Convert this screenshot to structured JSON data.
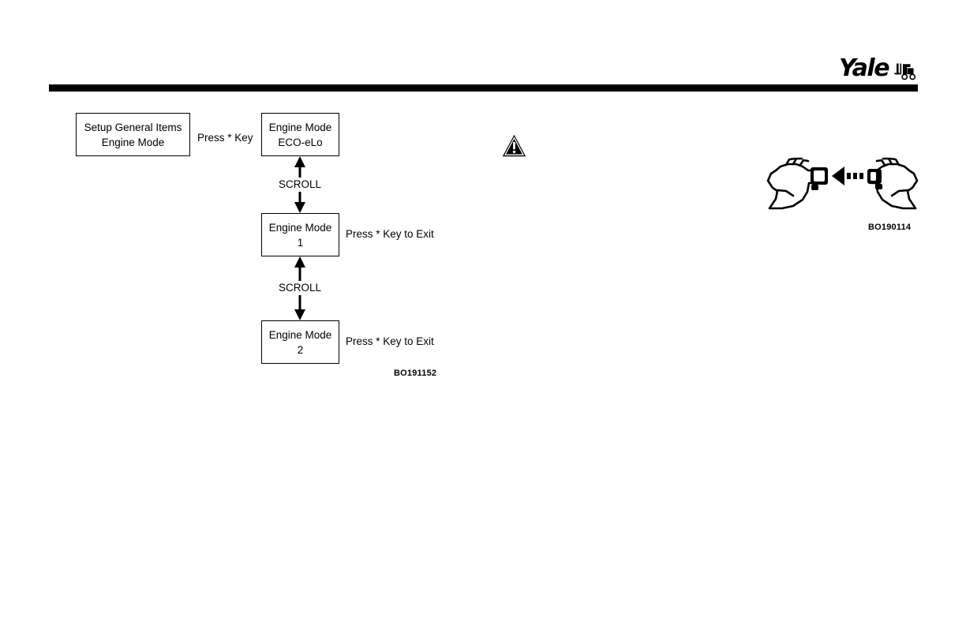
{
  "page": {
    "background_color": "#ffffff",
    "ink_color": "#000000"
  },
  "header": {
    "brand_name": "Yale",
    "brand_icon": "forklift-icon",
    "rule": "black-horizontal-rule"
  },
  "diagram": {
    "caption": "BO191152",
    "boxes": [
      {
        "name": "setup-general-items",
        "line1": "Setup General Items",
        "line2": "Engine Mode"
      },
      {
        "name": "engine-mode-eco",
        "line1": "Engine Mode",
        "line2": "ECO-eLo"
      },
      {
        "name": "engine-mode-1",
        "line1": "Engine Mode",
        "line2": "1"
      },
      {
        "name": "engine-mode-2",
        "line1": "Engine Mode",
        "line2": "2"
      }
    ],
    "notes": {
      "press_key": "Press * Key",
      "exit_1": "Press * Key to Exit",
      "exit_2": "Press * Key to Exit"
    },
    "scroll_label_1": "SCROLL",
    "scroll_label_2": "SCROLL"
  },
  "warning": {
    "icon": "warning-triangle-icon"
  },
  "hands_figure": {
    "caption": "BO190114",
    "icon": "two-hands-connector-icon"
  }
}
